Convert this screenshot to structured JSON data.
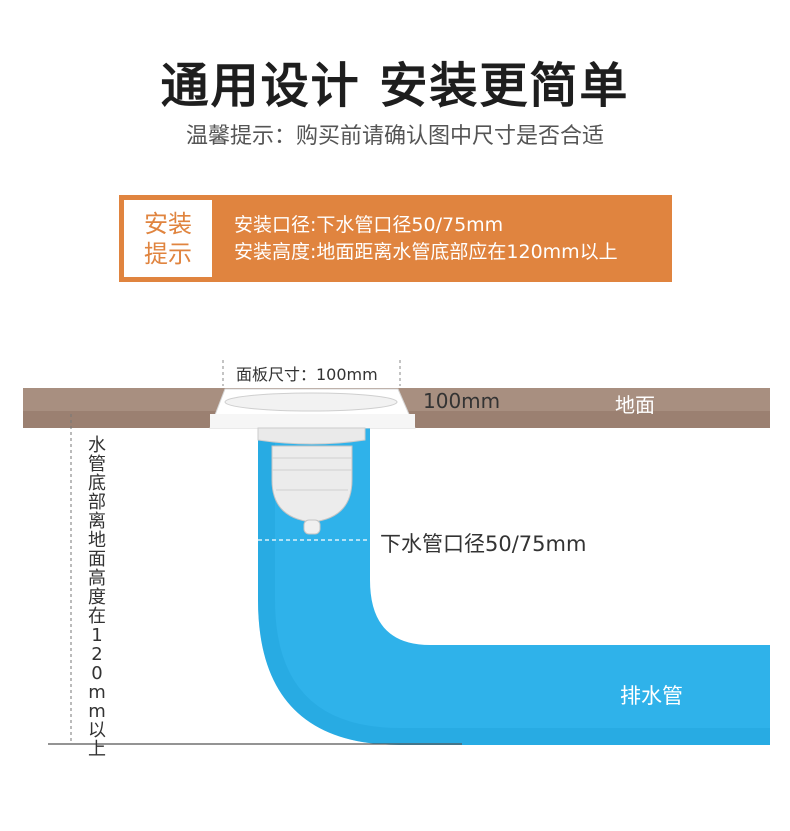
{
  "header": {
    "title": "通用设计 安装更简单",
    "subtitle": "温馨提示：购买前请确认图中尺寸是否合适"
  },
  "tip": {
    "badge_line1": "安装",
    "badge_line2": "提示",
    "line1": "安装口径:下水管口径50/75mm",
    "line2": "安装高度:地面距离水管底部应在120mm以上"
  },
  "diagram": {
    "panel_size_label": "面板尺寸：100mm",
    "panel_width_label": "100mm",
    "ground_label": "地面",
    "pipe_diameter_label": "下水管口径50/75mm",
    "drain_pipe_label": "排水管",
    "vertical_label": "水管底部离地面高度在120mm以上"
  },
  "colors": {
    "accent_orange": "#e0843f",
    "ground_brown": "#a88f80",
    "ground_dark": "#8f7565",
    "pipe_blue": "#2fb2ea",
    "pipe_blue_dark": "#1e9fd8"
  }
}
